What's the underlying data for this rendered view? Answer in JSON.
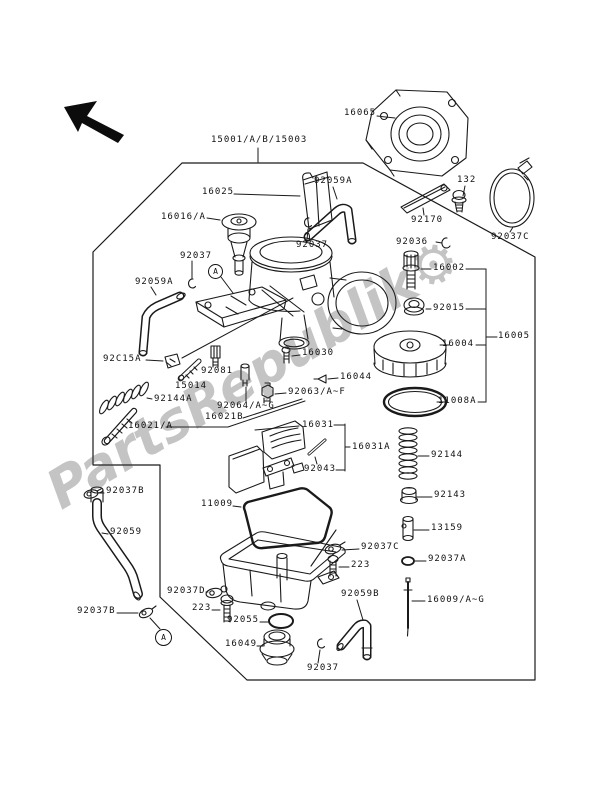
{
  "diagram": {
    "type": "exploded-parts-diagram",
    "subject": "carburetor",
    "line_color": "#1a1a1a",
    "background_color": "#ffffff"
  },
  "watermark": {
    "text": "PartsRepublik",
    "gear_icon": "⚙",
    "color": "rgba(60,60,60,0.30)"
  },
  "callouts": {
    "a": "A"
  },
  "labels": [
    {
      "id": "assembly",
      "text": "15001/A/B/15003"
    },
    {
      "id": "holder-flange",
      "text": "16065"
    },
    {
      "id": "bolt",
      "text": "132"
    },
    {
      "id": "stay",
      "text": "92170"
    },
    {
      "id": "clamp-top",
      "text": "92037C"
    },
    {
      "id": "clip-top",
      "text": "92036"
    },
    {
      "id": "hose-top",
      "text": "92059A"
    },
    {
      "id": "clamp-hose-top",
      "text": "92037"
    },
    {
      "id": "throttle-valve",
      "text": "16025"
    },
    {
      "id": "needle-valve",
      "text": "16016/A"
    },
    {
      "id": "clamp-left",
      "text": "92037"
    },
    {
      "id": "hose-left",
      "text": "92059A"
    },
    {
      "id": "screw-cap",
      "text": "16002"
    },
    {
      "id": "nut",
      "text": "92015"
    },
    {
      "id": "cap",
      "text": "16004"
    },
    {
      "id": "cap-assy",
      "text": "16005"
    },
    {
      "id": "oring-cap",
      "text": "11008A"
    },
    {
      "id": "screw-pilot",
      "text": "16030"
    },
    {
      "id": "screw-air",
      "text": "16044"
    },
    {
      "id": "jet-main",
      "text": "92063/A~F"
    },
    {
      "id": "jet-needle",
      "text": "92064/A~G"
    },
    {
      "id": "holder",
      "text": "92C15A"
    },
    {
      "id": "screw-idle",
      "text": "92081"
    },
    {
      "id": "screw-15014",
      "text": "15014"
    },
    {
      "id": "spring-a",
      "text": "92144A"
    },
    {
      "id": "screw-16021",
      "text": "16021/A"
    },
    {
      "id": "screw-16021b",
      "text": "16021B"
    },
    {
      "id": "float",
      "text": "16031"
    },
    {
      "id": "float-assy",
      "text": "16031A"
    },
    {
      "id": "pin-float",
      "text": "92043"
    },
    {
      "id": "spring",
      "text": "92144"
    },
    {
      "id": "valve-seat",
      "text": "92143"
    },
    {
      "id": "plunger",
      "text": "13159"
    },
    {
      "id": "gasket-bowl",
      "text": "11009"
    },
    {
      "id": "clamp-bowl",
      "text": "92037C"
    },
    {
      "id": "screw-bowl-r",
      "text": "223"
    },
    {
      "id": "oring-small",
      "text": "92037A"
    },
    {
      "id": "hose-bowl",
      "text": "92059B"
    },
    {
      "id": "needle-jet",
      "text": "16009/A~G"
    },
    {
      "id": "clamp-d",
      "text": "92037D"
    },
    {
      "id": "screw-bowl-l",
      "text": "223"
    },
    {
      "id": "oring-drain",
      "text": "92055"
    },
    {
      "id": "plug-drain",
      "text": "16049"
    },
    {
      "id": "clamp-b-top",
      "text": "92037B"
    },
    {
      "id": "hose-drain",
      "text": "92059"
    },
    {
      "id": "clamp-b-bottom",
      "text": "92037B"
    },
    {
      "id": "clamp-bottom",
      "text": "92037"
    }
  ]
}
